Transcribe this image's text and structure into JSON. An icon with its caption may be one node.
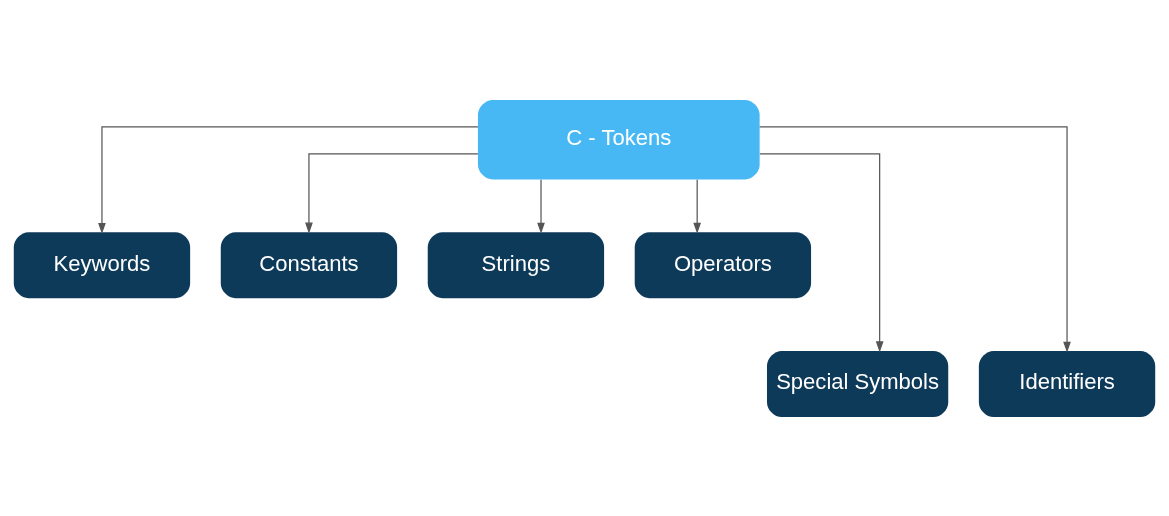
{
  "diagram": {
    "nodes": [
      {
        "text": [
          "C - Tokens"
        ]
      },
      {
        "text": [
          "Keywords"
        ]
      },
      {
        "text": [
          "Constants"
        ]
      },
      {
        "text": [
          "Strings"
        ]
      },
      {
        "text": [
          "Operators"
        ]
      },
      {
        "text": [
          "Special Symbols"
        ]
      },
      {
        "text": [
          "Identifiers"
        ]
      }
    ],
    "edges": [
      {
        "from": 0,
        "to": 1,
        "arrow": "to"
      },
      {
        "from": 0,
        "to": 5,
        "arrow": "to"
      },
      {
        "from": 0,
        "to": 2,
        "arrow": "to"
      },
      {
        "from": 0,
        "to": 3,
        "arrow": "to"
      },
      {
        "from": 0,
        "to": 6,
        "arrow": "to"
      },
      {
        "from": 0,
        "to": 4,
        "arrow": "to"
      }
    ]
  }
}
